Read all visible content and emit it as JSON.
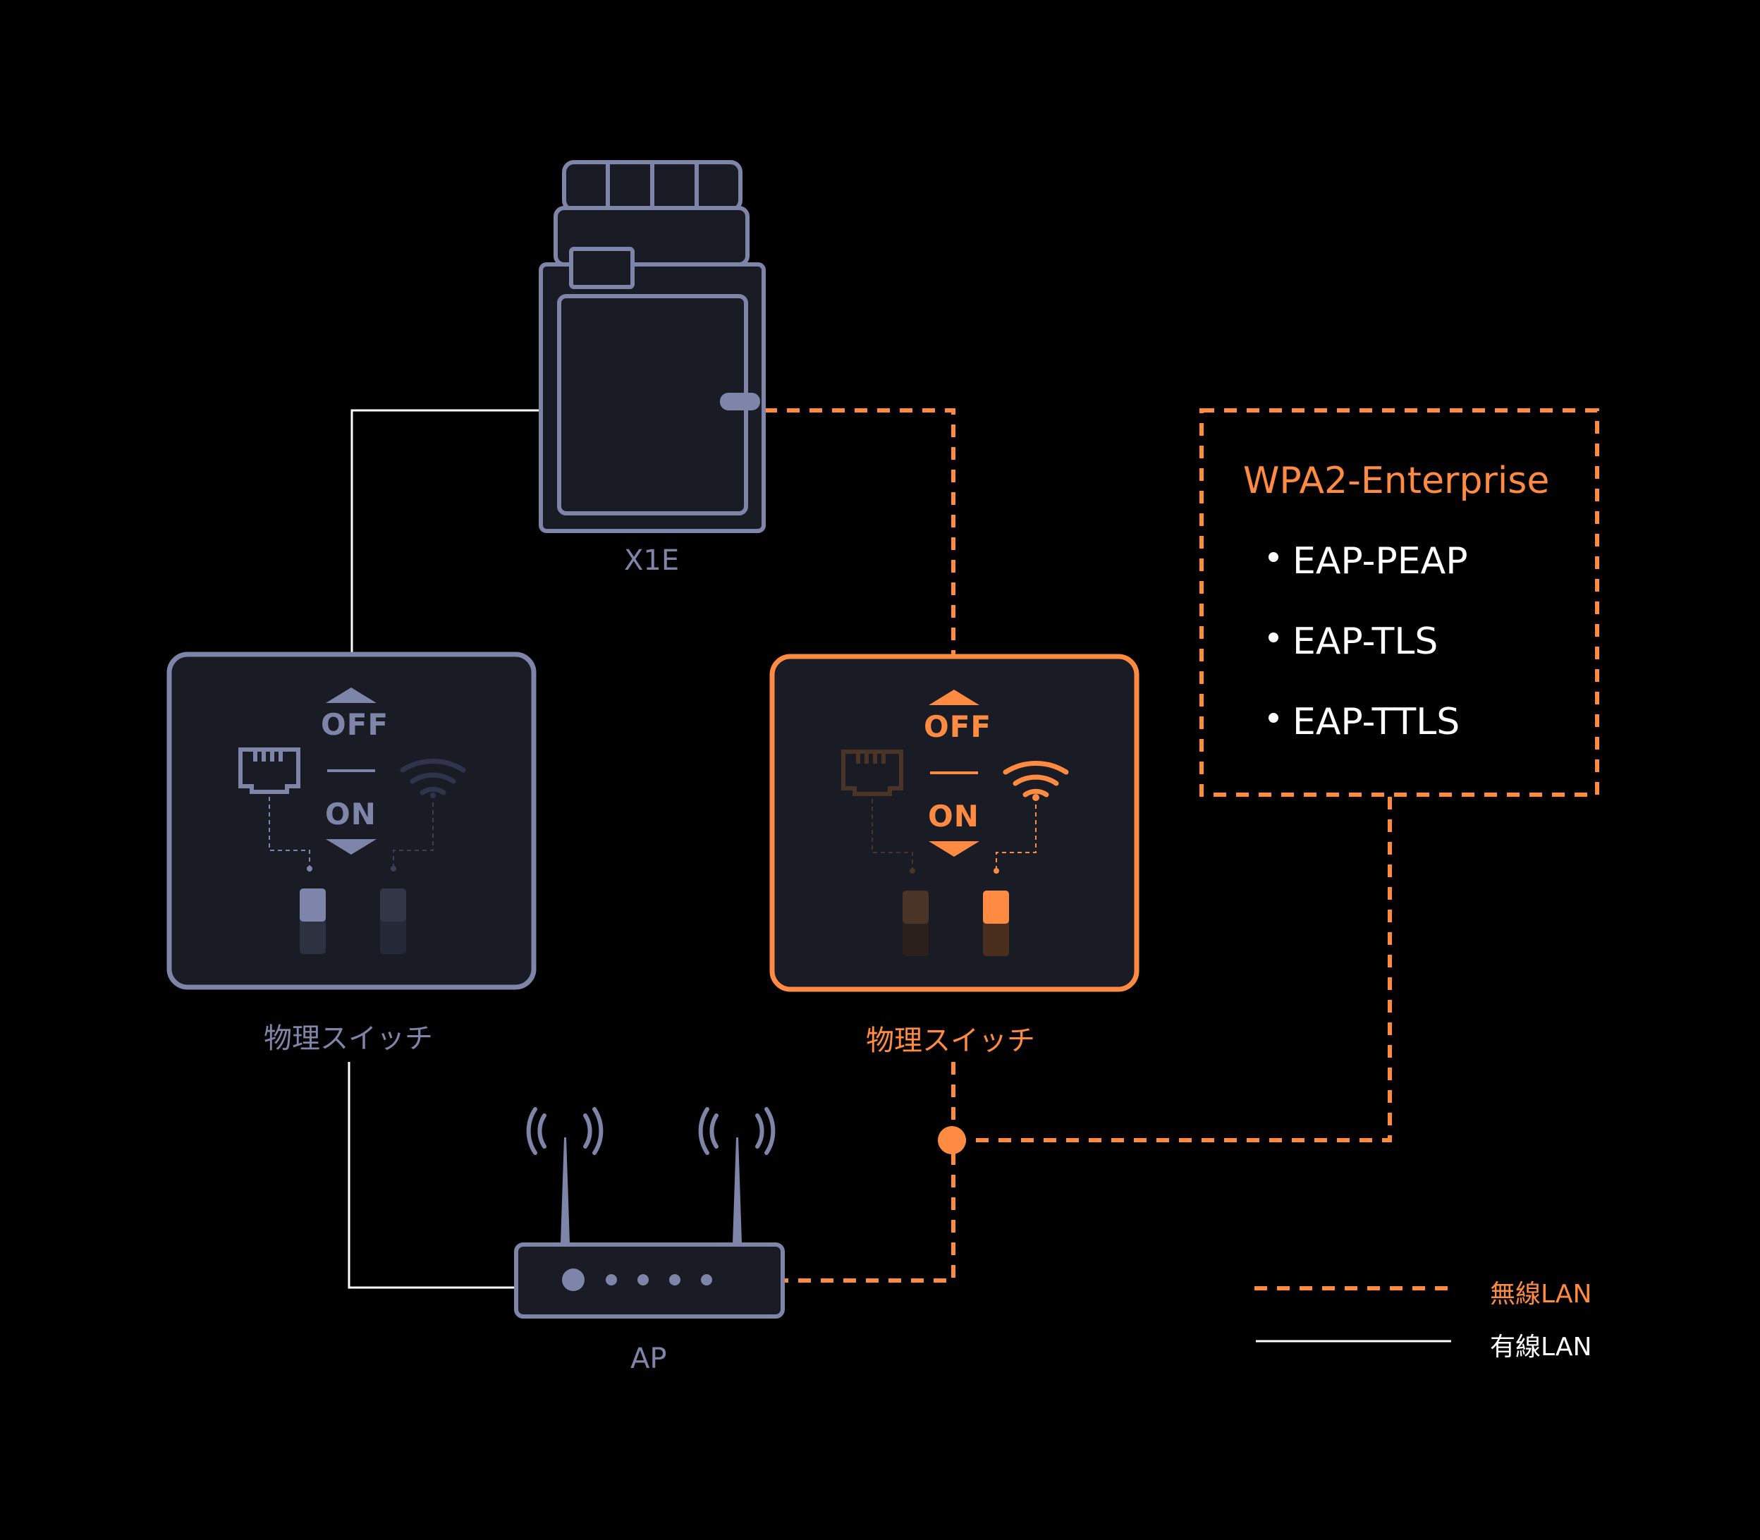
{
  "devices": {
    "printer_label": "X1E",
    "ap_label": "AP",
    "switch_left_label": "物理スイッチ",
    "switch_right_label": "物理スイッチ",
    "switch_off_text": "OFF",
    "switch_on_text": "ON"
  },
  "security": {
    "title": "WPA2-Enterprise",
    "methods": [
      "EAP-PEAP",
      "EAP-TLS",
      "EAP-TTLS"
    ]
  },
  "legend": {
    "wireless_label": "無線LAN",
    "wired_label": "有線LAN"
  },
  "colors": {
    "background": "#000000",
    "accent_orange": "#ff8a42",
    "device_grey": "#7f85a8",
    "panel_fill": "#1a1c25"
  },
  "icons": [
    "printer-icon",
    "ethernet-port-icon",
    "wifi-icon",
    "router-icon",
    "antenna-signal-icon"
  ]
}
